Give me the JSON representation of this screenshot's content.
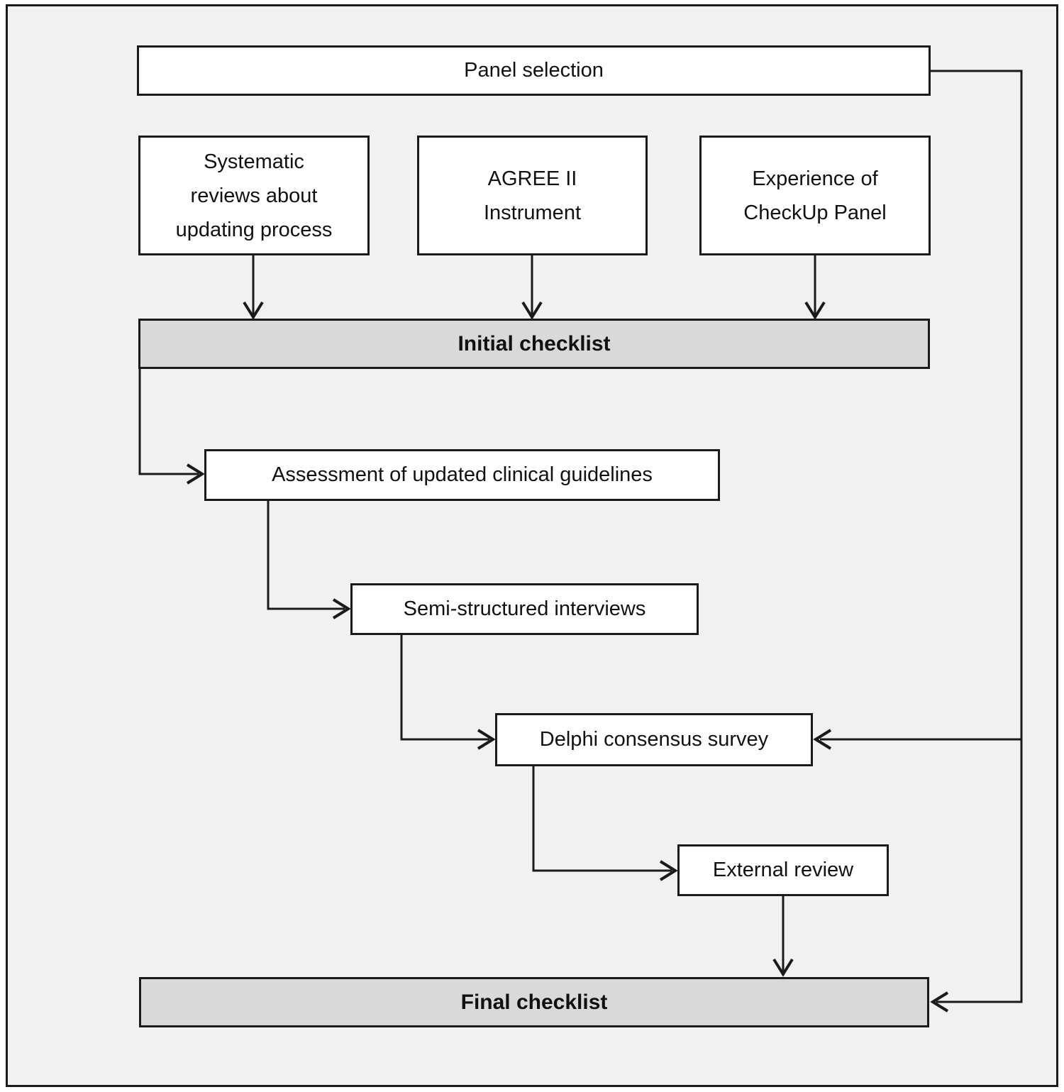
{
  "colors": {
    "diagram_background": "#f1f1f1",
    "node_fill": "#ffffff",
    "checklist_bar_fill": "#d9d9d9",
    "line_color": "#1a1a1a"
  },
  "nodes": {
    "panel_selection": {
      "label": "Panel selection"
    },
    "systematic_reviews": {
      "lines": [
        "Systematic",
        "reviews about",
        "updating process"
      ]
    },
    "agree_ii": {
      "lines": [
        "AGREE II",
        "Instrument"
      ]
    },
    "experience_checkup": {
      "lines": [
        "Experience of",
        "CheckUp Panel"
      ]
    },
    "initial_checklist": {
      "label": "Initial checklist"
    },
    "assessment": {
      "label": "Assessment of updated clinical guidelines"
    },
    "semi_structured": {
      "label": "Semi-structured interviews"
    },
    "delphi": {
      "label": "Delphi consensus survey"
    },
    "external_review": {
      "label": "External review"
    },
    "final_checklist": {
      "label": "Final checklist"
    }
  },
  "edges": [
    {
      "from": "systematic_reviews",
      "to": "initial_checklist"
    },
    {
      "from": "agree_ii",
      "to": "initial_checklist"
    },
    {
      "from": "experience_checkup",
      "to": "initial_checklist"
    },
    {
      "from": "initial_checklist",
      "to": "assessment"
    },
    {
      "from": "assessment",
      "to": "semi_structured"
    },
    {
      "from": "semi_structured",
      "to": "delphi"
    },
    {
      "from": "panel_selection",
      "to": "delphi"
    },
    {
      "from": "delphi",
      "to": "external_review"
    },
    {
      "from": "external_review",
      "to": "final_checklist"
    },
    {
      "from": "panel_selection",
      "to": "final_checklist"
    }
  ]
}
